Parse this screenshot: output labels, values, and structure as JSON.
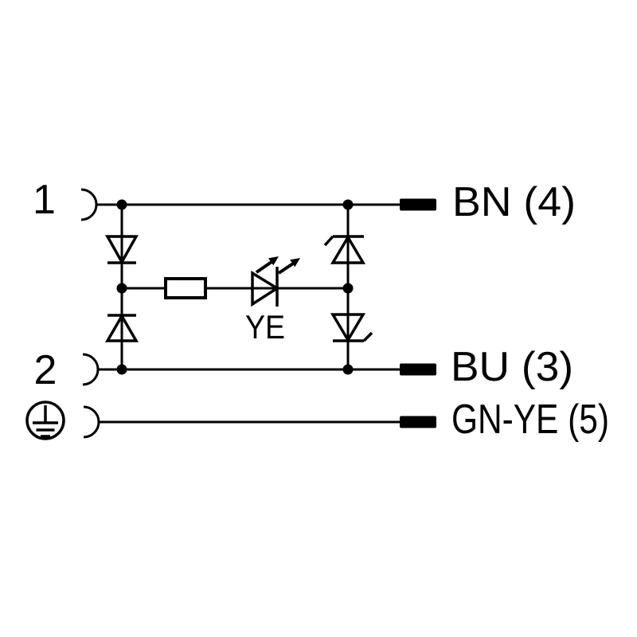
{
  "page": {
    "background_color": "#ffffff",
    "ink_color": "#000000",
    "type": "connector-wiring-diagram"
  },
  "diagram": {
    "pins": [
      {
        "label": "1",
        "wire_label": "BN (4)"
      },
      {
        "label": "2",
        "wire_label": "BU (3)"
      },
      {
        "symbol": "protective-earth-icon",
        "wire_label": "GN-YE (5)"
      }
    ],
    "led": {
      "label": "YE"
    },
    "components": {
      "left_top": "diode",
      "left_bottom": "diode",
      "right_top": "suppressor-diode",
      "right_bottom": "suppressor-diode",
      "middle": "resistor",
      "indicator": "led"
    }
  }
}
